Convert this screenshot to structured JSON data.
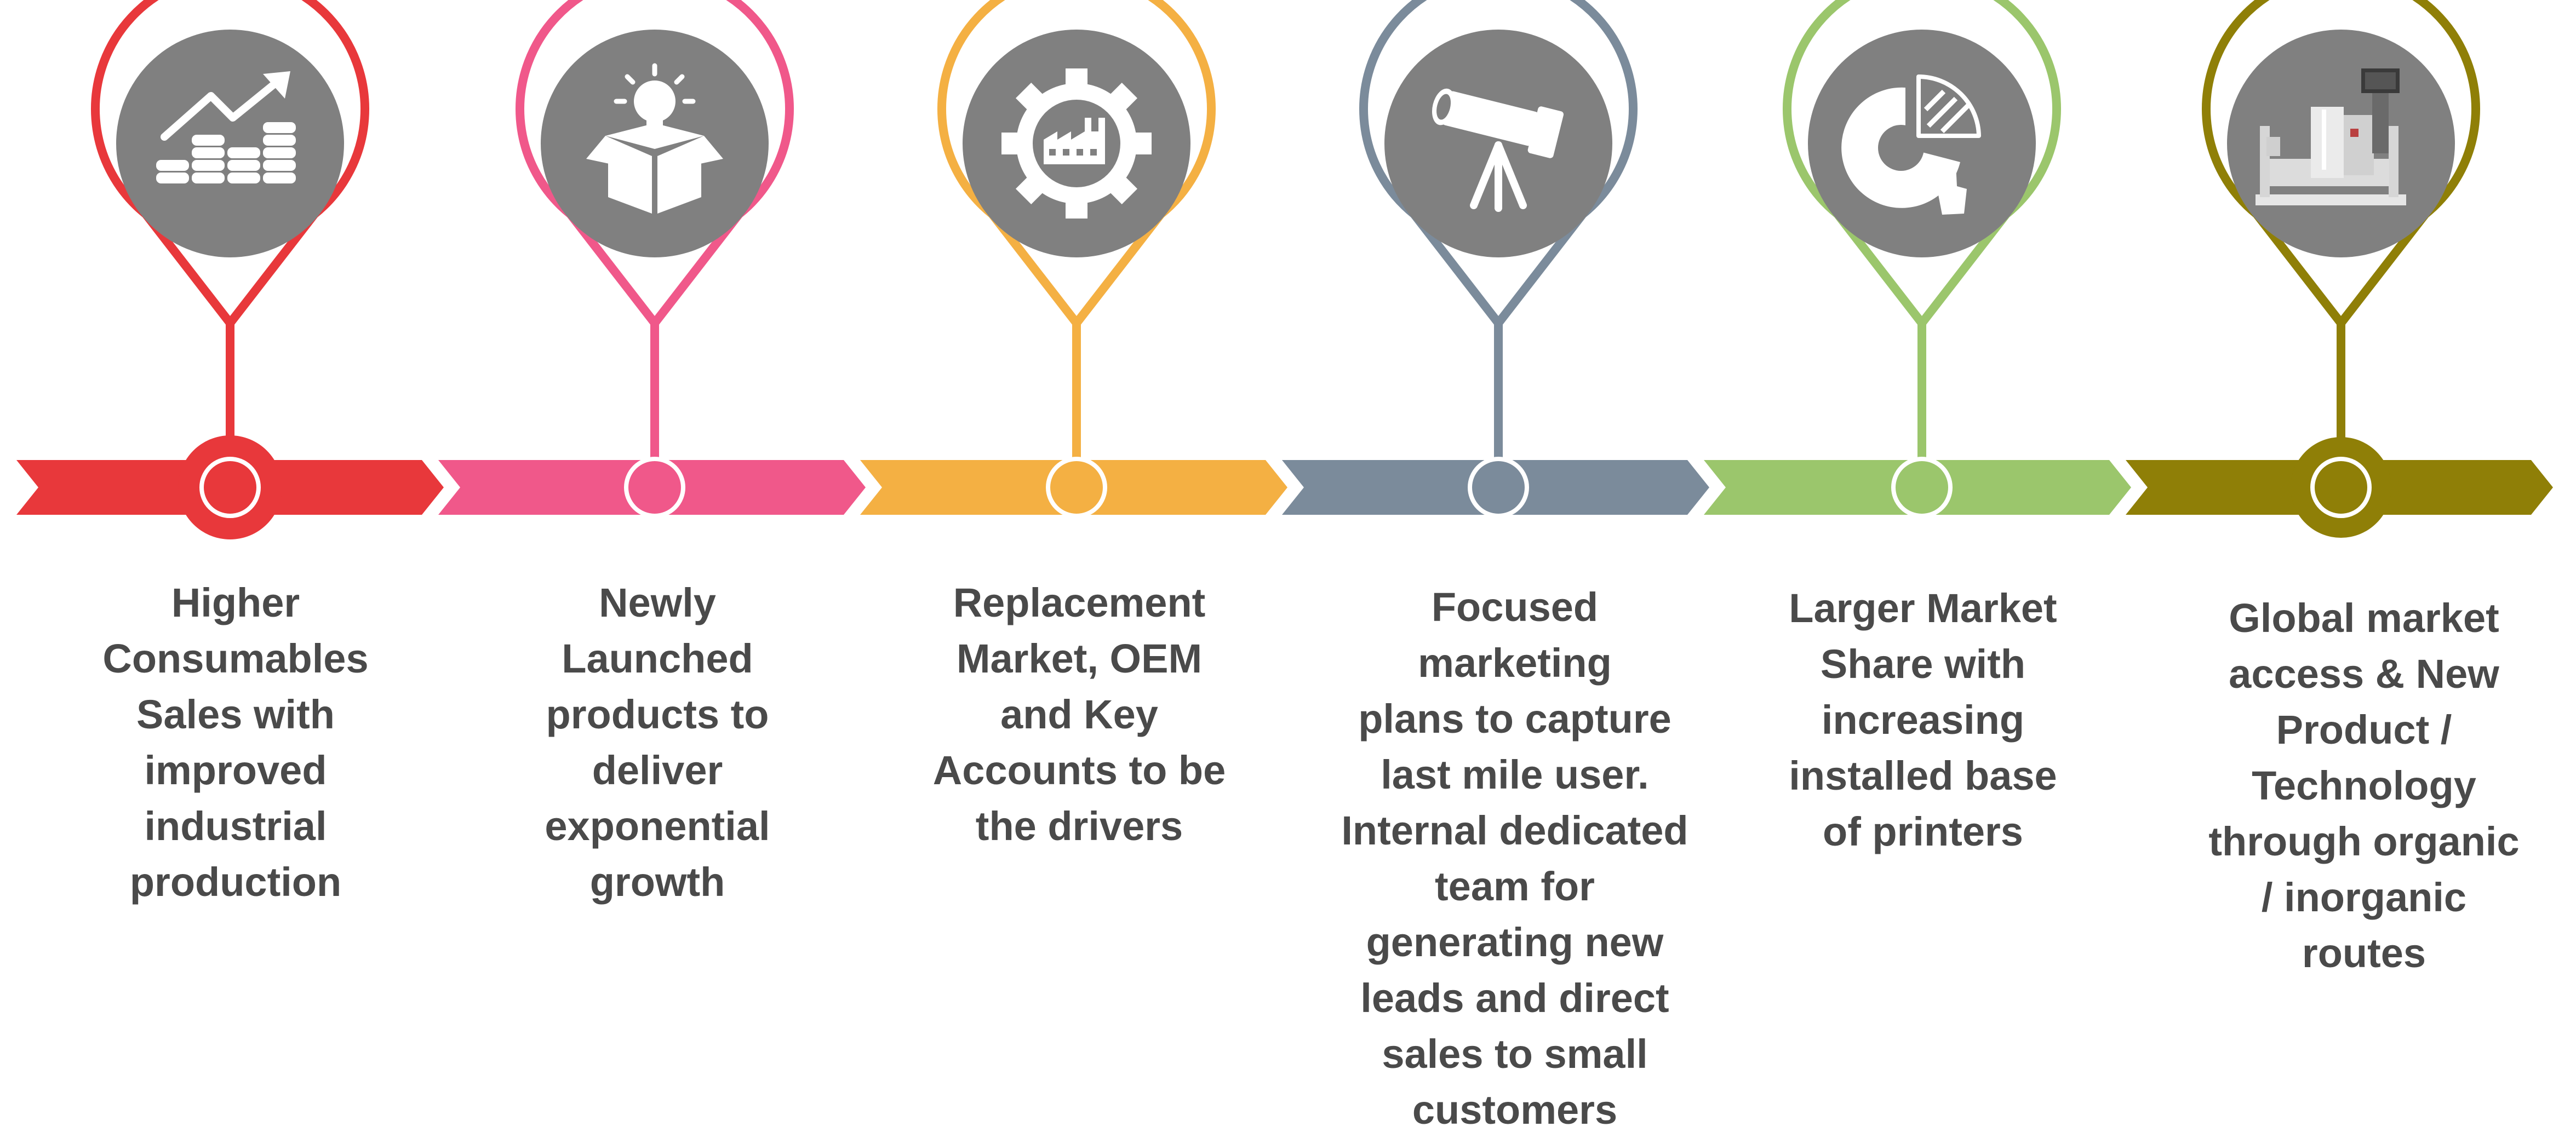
{
  "colors": {
    "icon_circle": "#808080",
    "icon_glyph": "#ffffff",
    "caption_text": "#4a4a4a"
  },
  "steps": [
    {
      "color": "#e8383b",
      "icon": "coins-growth-icon",
      "caption": "Higher\nConsumables\nSales with\nimproved\nindustrial\nproduction"
    },
    {
      "color": "#f0588a",
      "icon": "lightbulb-box-icon",
      "caption": "Newly\nLaunched\nproducts to\ndeliver\nexponential\ngrowth"
    },
    {
      "color": "#f4b043",
      "icon": "factory-gear-icon",
      "caption": "Replacement\nMarket, OEM\nand Key\nAccounts to be\nthe drivers"
    },
    {
      "color": "#7b8b9b",
      "icon": "telescope-icon",
      "caption": "Focused marketing\nplans to capture\nlast mile user.\nInternal dedicated\nteam for\ngenerating new\nleads and direct\nsales to small\ncustomers"
    },
    {
      "color": "#9bc66c",
      "icon": "pie-chart-hand-icon",
      "caption": "Larger Market\nShare with\nincreasing\ninstalled base\nof printers"
    },
    {
      "color": "#8f7f07",
      "icon": "printer-machine-icon",
      "caption": "Global market\naccess &  New\nProduct /\nTechnology\nthrough organic\n/ inorganic\nroutes"
    }
  ]
}
